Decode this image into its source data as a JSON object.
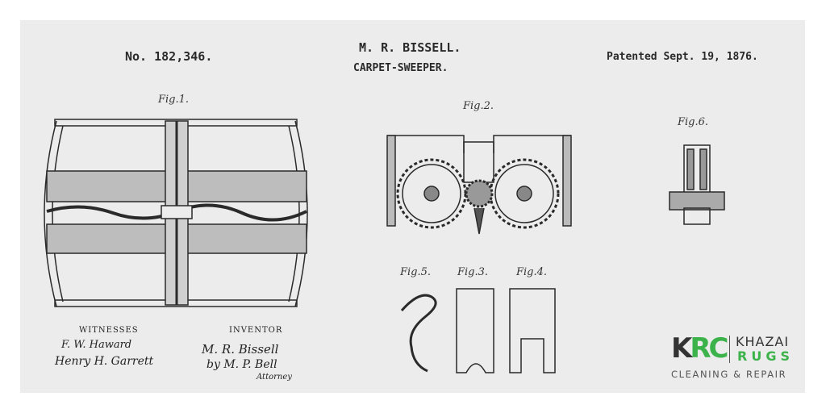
{
  "header": {
    "patent_number": "No. 182,346.",
    "inventor_name": "M. R. BISSELL.",
    "title": "CARPET-SWEEPER.",
    "date": "Patented Sept. 19, 1876."
  },
  "figures": {
    "fig1": "Fig.1.",
    "fig2": "Fig.2.",
    "fig3": "Fig.3.",
    "fig4": "Fig.4.",
    "fig5": "Fig.5.",
    "fig6": "Fig.6."
  },
  "signatures": {
    "witnesses_label": "WITNESSES",
    "inventor_label": "INVENTOR",
    "witness1": "F. W. Haward",
    "witness2": "Henry H. Garrett",
    "inventor": "M. R. Bissell",
    "attorney_name": "by M. P. Bell",
    "attorney_label": "Attorney"
  },
  "logo": {
    "mark_k": "K",
    "mark_rc": "RC",
    "line1": "KHAZAI",
    "line2": "RUGS",
    "tagline": "CLEANING & REPAIR",
    "colors": {
      "green": "#3cb34a",
      "dark": "#333333"
    }
  }
}
